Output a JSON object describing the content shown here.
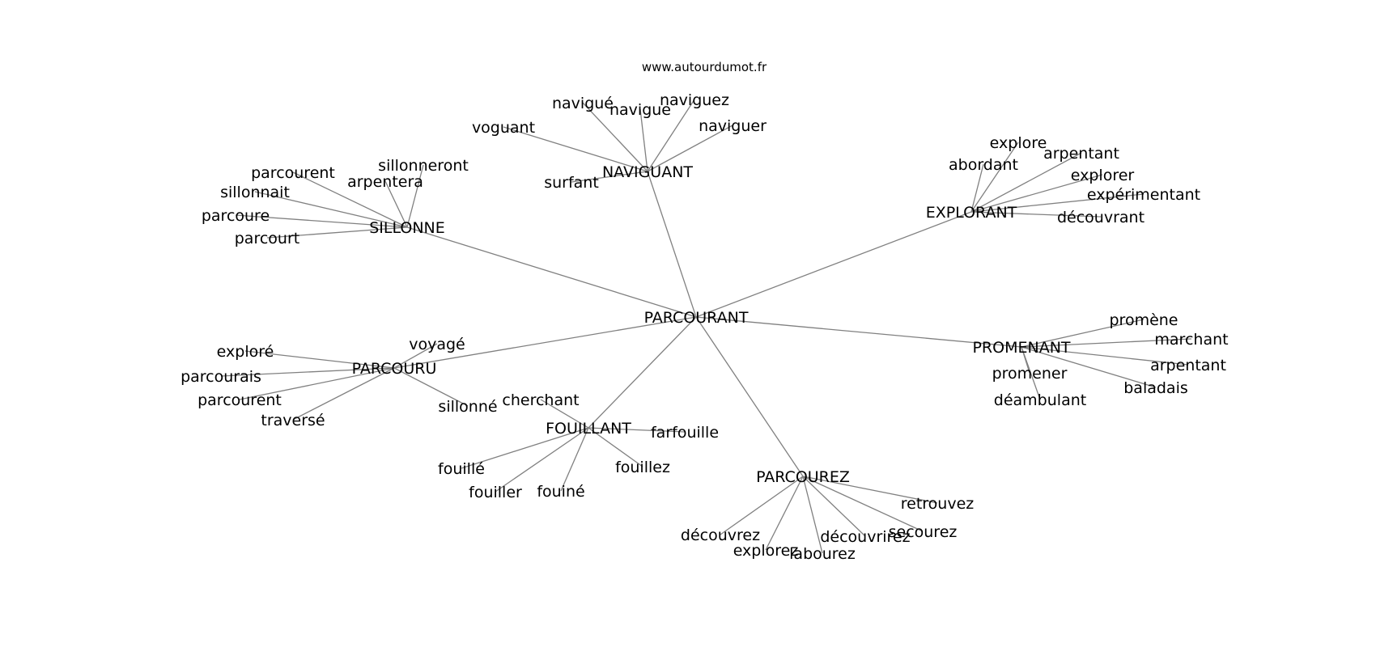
{
  "site": "www.autourdumot.fr",
  "center": "PARCOURANT",
  "groups": [
    {
      "hub": "SILLONNE",
      "leaves": [
        "parcourent",
        "sillonnait",
        "parcoure",
        "parcourt",
        "arpentera",
        "sillonneront"
      ]
    },
    {
      "hub": "NAVIGUANT",
      "leaves": [
        "voguant",
        "navigué",
        "navigue",
        "naviguez",
        "naviguer",
        "surfant"
      ]
    },
    {
      "hub": "EXPLORANT",
      "leaves": [
        "abordant",
        "explore",
        "arpentant",
        "explorer",
        "expérimentant",
        "découvrant"
      ]
    },
    {
      "hub": "PARCOURU",
      "leaves": [
        "exploré",
        "parcourais",
        "parcourent",
        "traversé",
        "voyagé",
        "sillonné"
      ]
    },
    {
      "hub": "FOUILLANT",
      "leaves": [
        "cherchant",
        "farfouille",
        "fouillé",
        "fouiller",
        "fouiné",
        "fouillez"
      ]
    },
    {
      "hub": "PROMENANT",
      "leaves": [
        "promène",
        "marchant",
        "arpentant",
        "baladais",
        "promener",
        "déambulant"
      ]
    },
    {
      "hub": "PARCOUREZ",
      "leaves": [
        "découvrez",
        "explorez",
        "labourez",
        "découvrirez",
        "secourez",
        "retrouvez"
      ]
    }
  ]
}
